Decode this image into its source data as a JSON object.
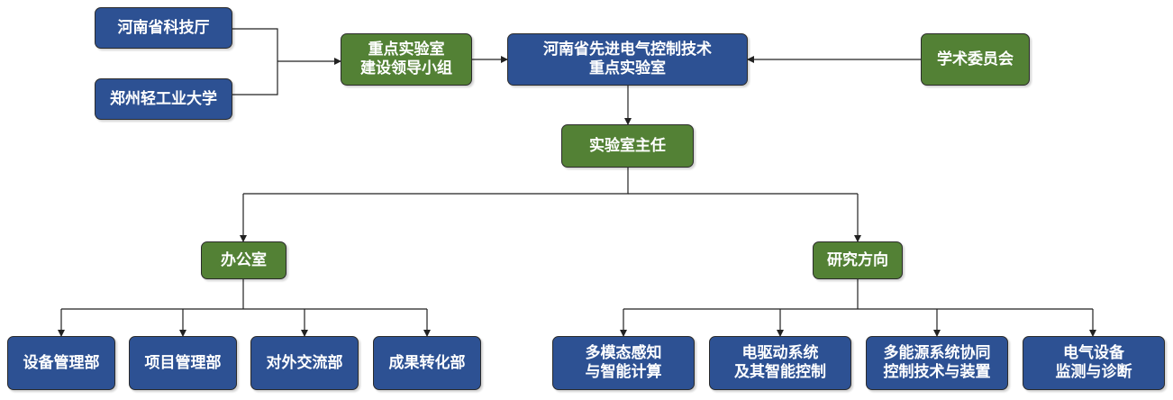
{
  "colors": {
    "blue_box": "#2d5193",
    "green_box": "#538135",
    "border": "#2b2b2b",
    "connector": "#222222"
  },
  "nodes": {
    "henan_sti": {
      "lines": [
        "河南省科技厅"
      ]
    },
    "zzuli": {
      "lines": [
        "郑州轻工业大学"
      ]
    },
    "building_group": {
      "lines": [
        "重点实验室",
        "建设领导小组"
      ]
    },
    "key_lab": {
      "lines": [
        "河南省先进电气控制技术",
        "重点实验室"
      ]
    },
    "academic_committee": {
      "lines": [
        "学术委员会"
      ]
    },
    "lab_director": {
      "lines": [
        "实验室主任"
      ]
    },
    "office": {
      "lines": [
        "办公室"
      ]
    },
    "research_directions": {
      "lines": [
        "研究方向"
      ]
    },
    "equipment_dept": {
      "lines": [
        "设备管理部"
      ]
    },
    "project_dept": {
      "lines": [
        "项目管理部"
      ]
    },
    "exchange_dept": {
      "lines": [
        "对外交流部"
      ]
    },
    "achievement_dept": {
      "lines": [
        "成果转化部"
      ]
    },
    "multimodal_sensing": {
      "lines": [
        "多模态感知",
        "与智能计算"
      ]
    },
    "electric_drive": {
      "lines": [
        "电驱动系统",
        "及其智能控制"
      ]
    },
    "multi_energy": {
      "lines": [
        "多能源系统协同",
        "控制技术与装置"
      ]
    },
    "equipment_monitoring": {
      "lines": [
        "电气设备",
        "监测与诊断"
      ]
    }
  }
}
